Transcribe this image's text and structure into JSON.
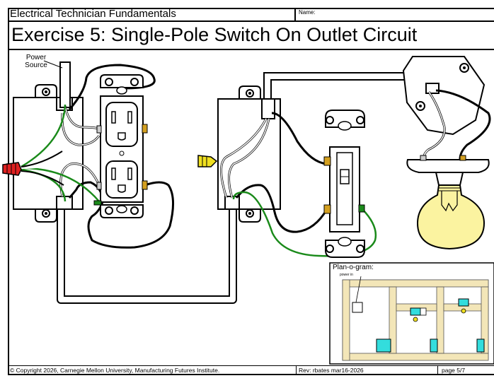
{
  "header": {
    "course_title": "Electrical Technician Fundamentals",
    "name_label": "Name:"
  },
  "exercise_title": "Exercise 5: Single-Pole Switch On Outlet Circuit",
  "diagram": {
    "power_source_label": "Power\nSource",
    "plan_label": "Plan-o-gram:",
    "plan_sublabel": "power in",
    "colors": {
      "wire_black": "#000000",
      "wire_white": "#ffffff",
      "wire_ground": "#1a8a1a",
      "wirenut_red": "#e02020",
      "wirenut_yellow": "#f0e020",
      "terminal_brass": "#d4a020",
      "bulb": "#fbf3a0",
      "framing": "#f3e6b8",
      "box_cyan": "#33dddd"
    }
  },
  "footer": {
    "copyright": "© Copyright 2026, Carnegie Mellon University, Manufacturing Futures Institute.",
    "revision": "Rev: rbates mar16-2026",
    "page": "page 5/7"
  }
}
